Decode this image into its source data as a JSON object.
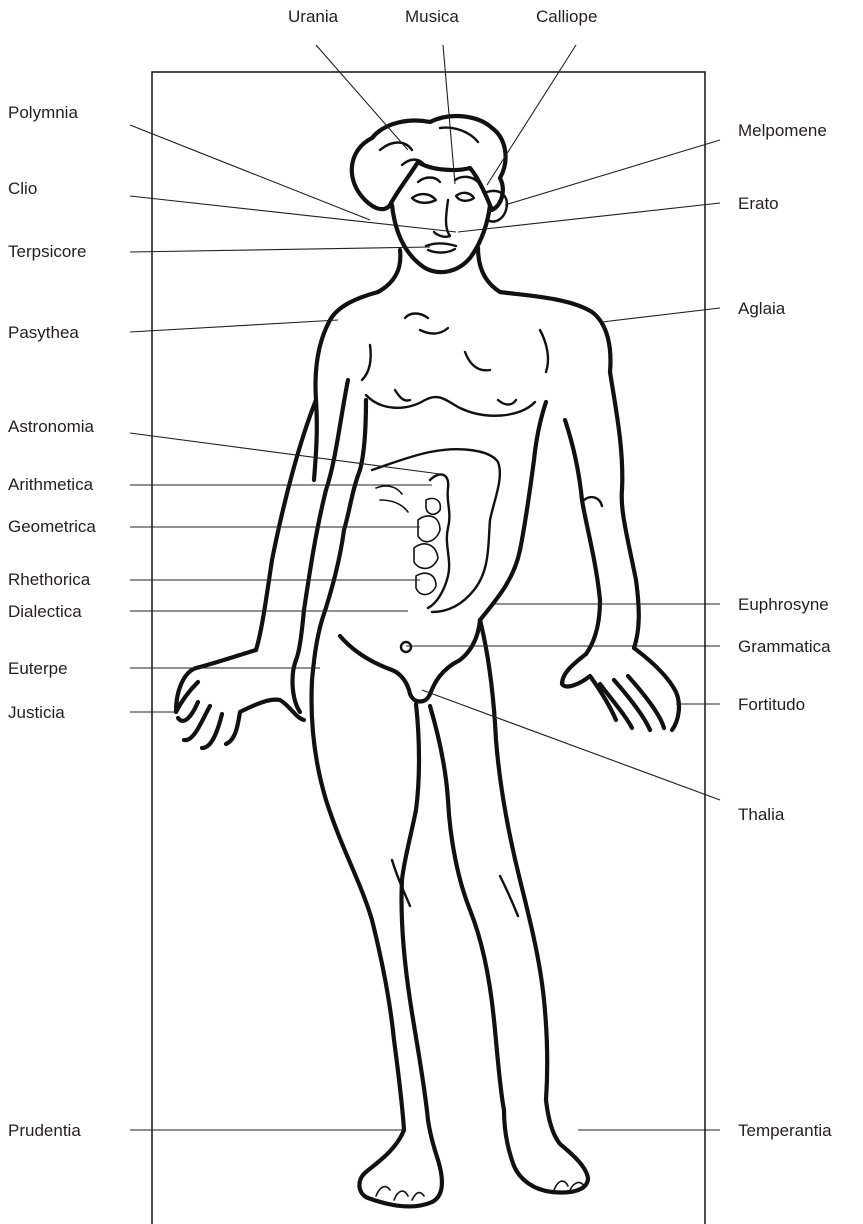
{
  "labels": {
    "urania": "Urania",
    "musica": "Musica",
    "calliope": "Calliope",
    "polymnia": "Polymnia",
    "melpomene": "Melpomene",
    "clio": "Clio",
    "erato": "Erato",
    "terpsicore": "Terpsicore",
    "pasythea": "Pasythea",
    "aglaia": "Aglaia",
    "astronomia": "Astronomia",
    "arithmetica": "Arithmetica",
    "geometrica": "Geometrica",
    "rhethorica": "Rhethorica",
    "dialectica": "Dialectica",
    "euphrosyne": "Euphrosyne",
    "grammatica": "Grammatica",
    "euterpe": "Euterpe",
    "fortitudo": "Fortitudo",
    "justicia": "Justicia",
    "thalia": "Thalia",
    "prudentia": "Prudentia",
    "temperantia": "Temperantia"
  },
  "colors": {
    "ink": "#231f20",
    "paper": "#ffffff"
  }
}
